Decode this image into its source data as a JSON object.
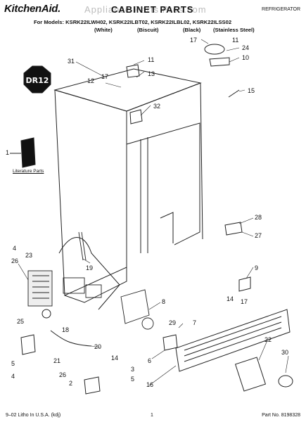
{
  "header": {
    "brand": "KitchenAid.",
    "watermark": "Appliance Parts Pros.com",
    "title": "CABINET PARTS",
    "category": "REFRIGERATOR",
    "models_line": "For Models: KSRK22ILWH02, KSRK22ILBT02, KSRK22ILBL02, KSRK22ILSS02",
    "variants": [
      "(White)",
      "(Biscuit)",
      "(Black)",
      "(Stainless Steel)"
    ]
  },
  "badge": {
    "text": "DR12"
  },
  "literature_label": "Literature Parts",
  "callouts": [
    "31",
    "11",
    "13",
    "12",
    "17",
    "32",
    "17",
    "11",
    "24",
    "10",
    "15",
    "1",
    "28",
    "27",
    "4",
    "23",
    "26",
    "19",
    "9",
    "14",
    "17",
    "8",
    "29",
    "7",
    "25",
    "18",
    "6",
    "22",
    "5",
    "3",
    "21",
    "20",
    "14",
    "30",
    "2",
    "5",
    "4",
    "26",
    "16"
  ],
  "footer": {
    "left": "9–02 Litho In U.S.A. (kdj)",
    "page": "1",
    "right": "Part No. 8198328"
  }
}
